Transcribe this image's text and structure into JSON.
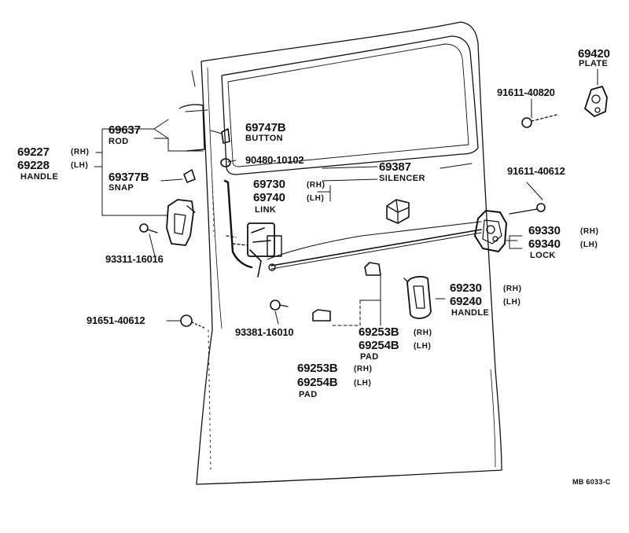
{
  "labels": {
    "p69420": "69420",
    "plate": "PLATE",
    "p91611_40820": "91611-40820",
    "p69637": "69637",
    "rod": "ROD",
    "p69747b": "69747B",
    "button": "BUTTON",
    "p69227": "69227",
    "p69228": "69228",
    "handle_l": "HANDLE",
    "rh_a": "(RH)",
    "lh_a": "(LH)",
    "p90480": "90480-10102",
    "p69387": "69387",
    "silencer": "SILENCER",
    "p91611_40612": "91611-40612",
    "p69377b": "69377B",
    "snap": "SNAP",
    "p69730": "69730",
    "rh_b": "(RH)",
    "p69740": "69740",
    "lh_b": "(LH)",
    "link": "LINK",
    "p69330": "69330",
    "rh_c": "(RH)",
    "p69340": "69340",
    "lh_c": "(LH)",
    "lock": "LOCK",
    "p93311": "93311-16016",
    "p69230": "69230",
    "rh_d": "(RH)",
    "p69240": "69240",
    "lh_d": "(LH)",
    "handle_r": "HANDLE",
    "p91651": "91651-40612",
    "p93381": "93381-16010",
    "p69253b_a": "69253B",
    "rh_e": "(RH)",
    "p69254b_a": "69254B",
    "lh_e": "(LH)",
    "pad_a": "PAD",
    "p69253b_b": "69253B",
    "rh_f": "(RH)",
    "p69254b_b": "69254B",
    "lh_f": "(LH)",
    "pad_b": "PAD",
    "ref_code": "MB 6033-C"
  }
}
